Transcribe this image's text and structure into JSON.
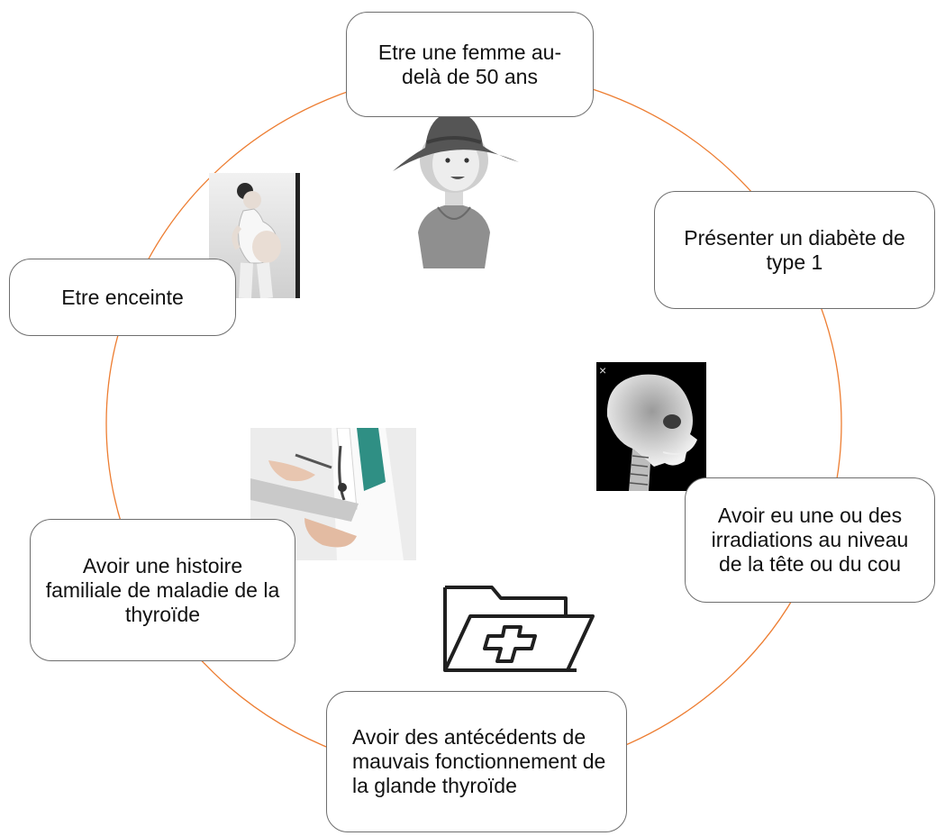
{
  "nodes": {
    "woman_over_50": "Etre une femme au-delà de 50 ans",
    "diabetes": "Présenter un diabète de type 1",
    "irradiation": "Avoir eu une ou des irradiations au niveau de la tête ou du cou",
    "thyroid_history": "Avoir des antécédents de mauvais fonctionnement de la glande thyroïde",
    "family_history": "Avoir une histoire familiale de maladie de la thyroïde",
    "pregnant": "Etre enceinte"
  },
  "colors": {
    "ring": "#ed7d31",
    "box_border": "#6e6e6e"
  },
  "icons": [
    "woman-hat-icon",
    "pregnant-woman-icon",
    "skull-xray-icon",
    "doctor-clipboard-icon",
    "medical-folder-icon"
  ]
}
